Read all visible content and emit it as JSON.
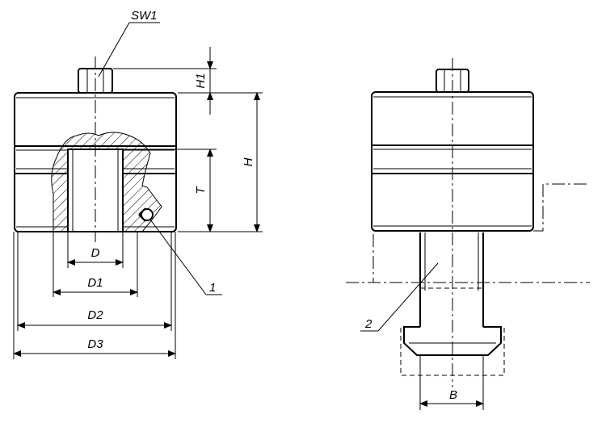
{
  "labels": {
    "sw1": "SW1",
    "h1": "H1",
    "h": "H",
    "t": "T",
    "d": "D",
    "d1": "D1",
    "d2": "D2",
    "d3": "D3",
    "b": "B",
    "callout_1": "1",
    "callout_2": "2"
  }
}
